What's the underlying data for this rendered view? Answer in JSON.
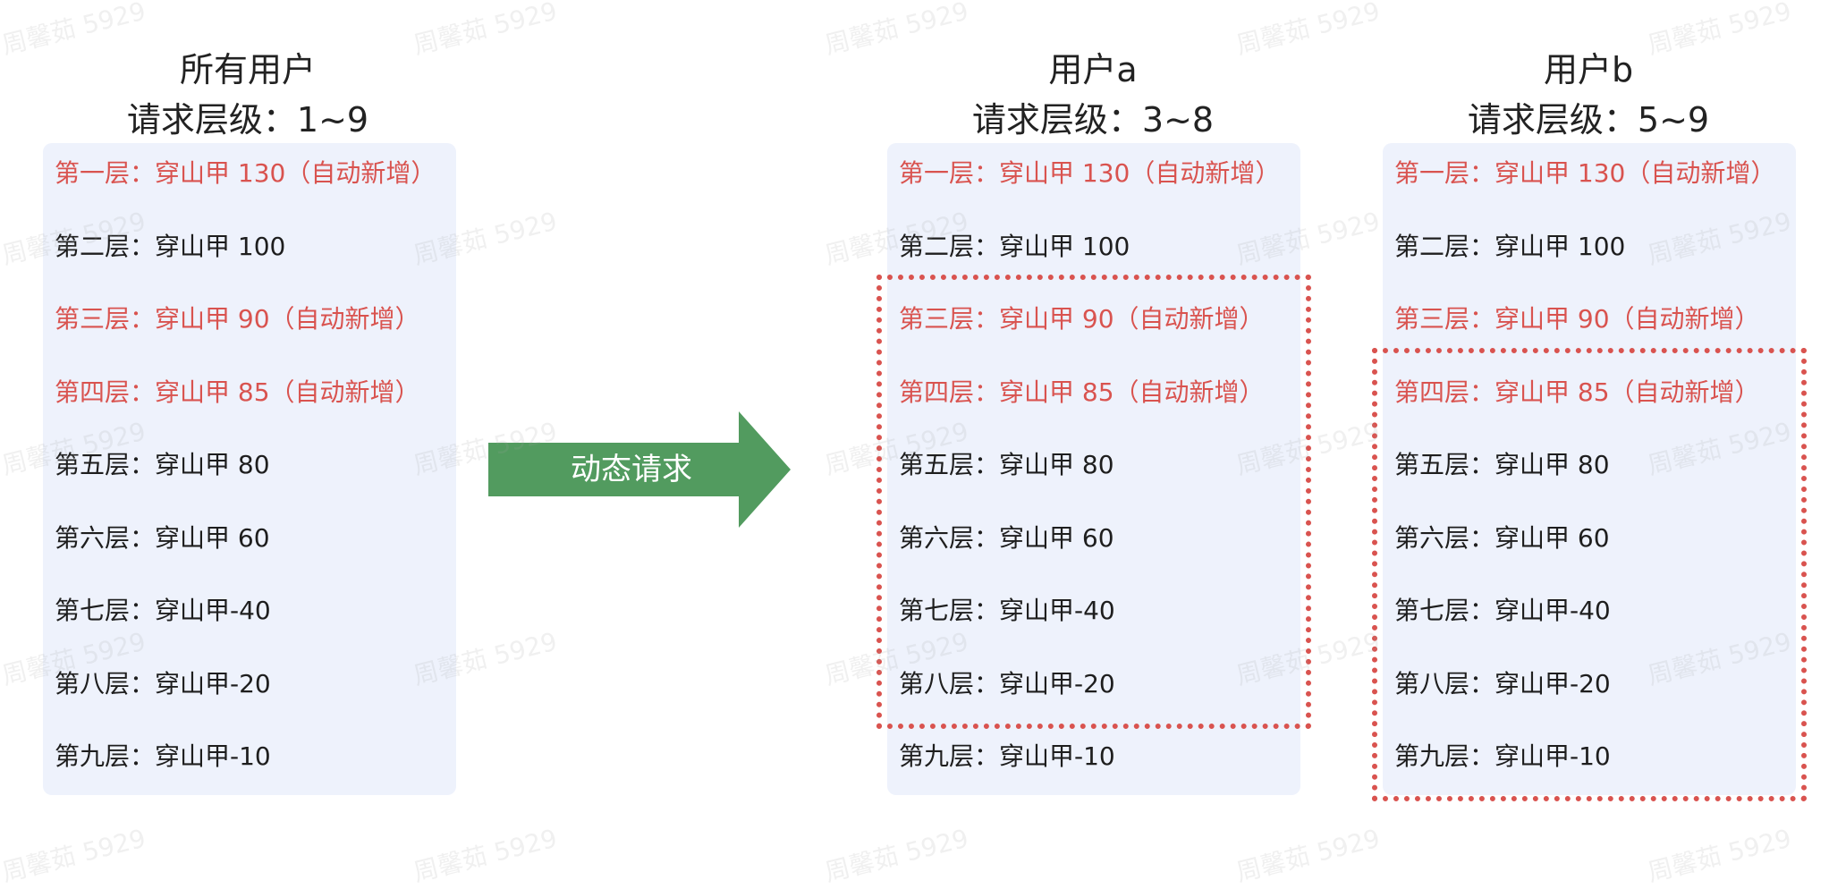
{
  "columns": [
    {
      "id": "all",
      "title_line1": "所有用户",
      "title_line2": "请求层级：1~9",
      "rows": [
        {
          "text": "第一层：穿山甲 130（自动新增）",
          "auto": true
        },
        {
          "text": "第二层：穿山甲 100",
          "auto": false
        },
        {
          "text": "第三层：穿山甲 90（自动新增）",
          "auto": true
        },
        {
          "text": "第四层：穿山甲 85（自动新增）",
          "auto": true
        },
        {
          "text": "第五层：穿山甲 80",
          "auto": false
        },
        {
          "text": "第六层：穿山甲 60",
          "auto": false
        },
        {
          "text": "第七层：穿山甲-40",
          "auto": false
        },
        {
          "text": "第八层：穿山甲-20",
          "auto": false
        },
        {
          "text": "第九层：穿山甲-10",
          "auto": false
        }
      ]
    },
    {
      "id": "user-a",
      "title_line1": "用户a",
      "title_line2": "请求层级：3~8",
      "selected_from": 3,
      "selected_to": 8,
      "rows": [
        {
          "text": "第一层：穿山甲 130（自动新增）",
          "auto": true
        },
        {
          "text": "第二层：穿山甲 100",
          "auto": false
        },
        {
          "text": "第三层：穿山甲 90（自动新增）",
          "auto": true
        },
        {
          "text": "第四层：穿山甲 85（自动新增）",
          "auto": true
        },
        {
          "text": "第五层：穿山甲 80",
          "auto": false
        },
        {
          "text": "第六层：穿山甲 60",
          "auto": false
        },
        {
          "text": "第七层：穿山甲-40",
          "auto": false
        },
        {
          "text": "第八层：穿山甲-20",
          "auto": false
        },
        {
          "text": "第九层：穿山甲-10",
          "auto": false
        }
      ]
    },
    {
      "id": "user-b",
      "title_line1": "用户b",
      "title_line2": "请求层级：5~9",
      "selected_from": 4,
      "selected_to": 9,
      "rows": [
        {
          "text": "第一层：穿山甲 130（自动新增）",
          "auto": true
        },
        {
          "text": "第二层：穿山甲 100",
          "auto": false
        },
        {
          "text": "第三层：穿山甲 90（自动新增）",
          "auto": true
        },
        {
          "text": "第四层：穿山甲 85（自动新增）",
          "auto": true
        },
        {
          "text": "第五层：穿山甲 80",
          "auto": false
        },
        {
          "text": "第六层：穿山甲 60",
          "auto": false
        },
        {
          "text": "第七层：穿山甲-40",
          "auto": false
        },
        {
          "text": "第八层：穿山甲-20",
          "auto": false
        },
        {
          "text": "第九层：穿山甲-10",
          "auto": false
        }
      ]
    }
  ],
  "arrow": {
    "label": "动态请求",
    "color": "#529b5f"
  },
  "colors": {
    "auto_row": "#d9534f",
    "normal_row": "#1e1e1e",
    "panel_bg": "#eef2fc",
    "selection_border": "#d9534f"
  },
  "watermark": {
    "text": "周馨茹 5929"
  }
}
